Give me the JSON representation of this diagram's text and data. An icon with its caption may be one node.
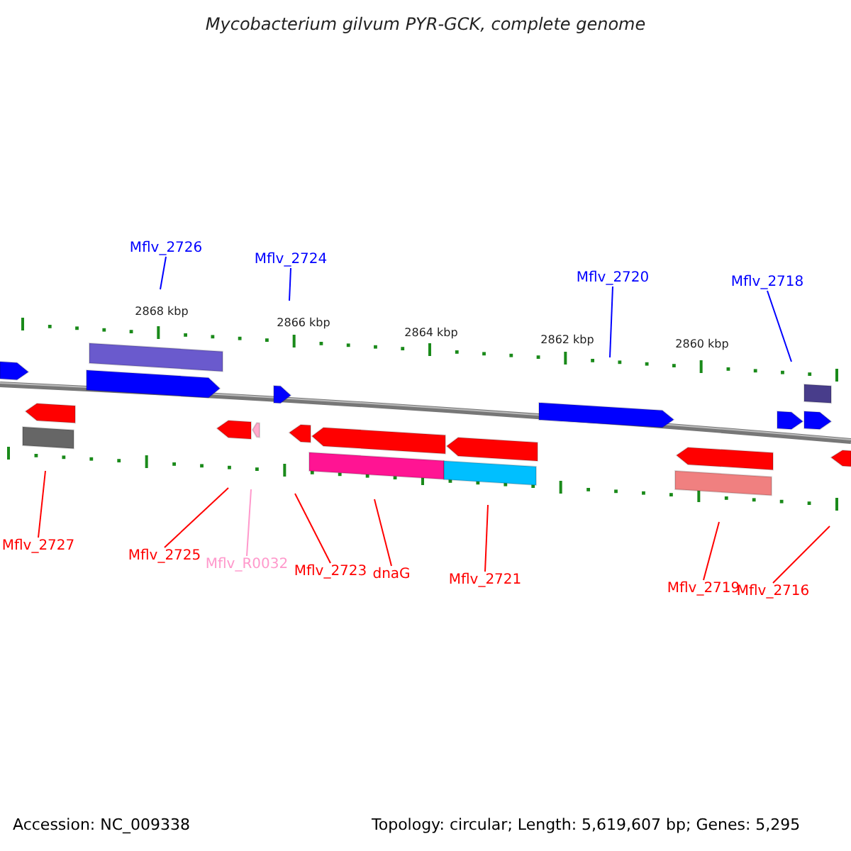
{
  "diagram": {
    "title": "Mycobacterium gilvum PYR-GCK, complete genome",
    "nodes": [
      {
        "text": [
          "Mflv_2726"
        ]
      },
      {
        "text": [
          "Mflv_2724"
        ]
      },
      {
        "text": [
          "Mflv_2720"
        ]
      },
      {
        "text": [
          "Mflv_2718"
        ]
      },
      {
        "text": [
          "Mflv_2727"
        ]
      },
      {
        "text": [
          "Mflv_2725"
        ]
      },
      {
        "text": [
          "Mflv_R0032"
        ]
      },
      {
        "text": [
          "Mflv_2723"
        ]
      },
      {
        "text": [
          "dnaG"
        ]
      },
      {
        "text": [
          "Mflv_2721"
        ]
      },
      {
        "text": [
          "Mflv_2719"
        ]
      },
      {
        "text": [
          "Mflv_2716"
        ]
      }
    ],
    "edges": [
      {
        "from": 0,
        "to": null,
        "arrow": "none",
        "color": "#0000ff"
      },
      {
        "from": 1,
        "to": null,
        "arrow": "none",
        "color": "#0000ff"
      },
      {
        "from": 2,
        "to": null,
        "arrow": "none",
        "color": "#0000ff"
      },
      {
        "from": 3,
        "to": null,
        "arrow": "none",
        "color": "#0000ff"
      },
      {
        "from": 4,
        "to": null,
        "arrow": "none"
      },
      {
        "from": 5,
        "to": null,
        "arrow": "none"
      },
      {
        "from": 6,
        "to": null,
        "arrow": "none",
        "color": "#ff99cc"
      },
      {
        "from": 7,
        "to": null,
        "arrow": "none"
      },
      {
        "from": 8,
        "to": null,
        "arrow": "none"
      },
      {
        "from": 9,
        "to": null,
        "arrow": "none"
      },
      {
        "from": 10,
        "to": null,
        "arrow": "none"
      },
      {
        "from": 11,
        "to": null,
        "arrow": "none"
      }
    ],
    "labels": [
      "2868 kbp",
      "2866 kbp",
      "2864 kbp",
      "2862 kbp",
      "2860 kbp",
      "Accession: NC_009338",
      "Topology: circular; Length: 5,619,607 bp; Genes: 5,295"
    ]
  }
}
